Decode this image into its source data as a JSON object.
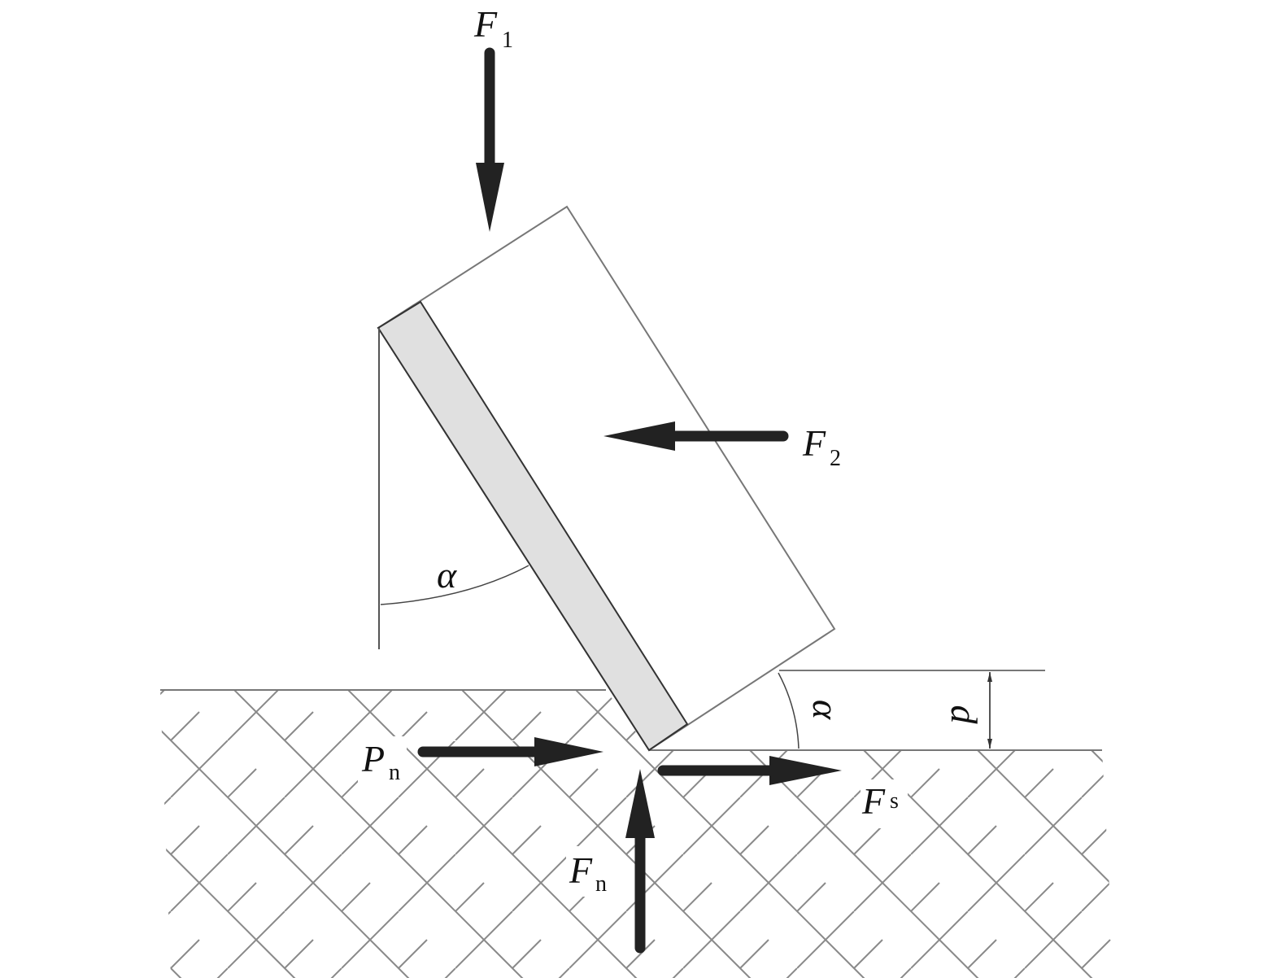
{
  "title": "Forces on inclined cutting tool in soil",
  "labels": {
    "f1": {
      "main": "F",
      "sub": "1"
    },
    "f2": {
      "main": "F",
      "sub": "2"
    },
    "pn": {
      "main": "P",
      "sub": "n"
    },
    "fn": {
      "main": "F",
      "sub": "n"
    },
    "fs": {
      "main": "F",
      "sub": "s"
    },
    "alpha_top": "α",
    "alpha_bottom": "α",
    "depth": "d"
  },
  "colors": {
    "arrow": "#222222",
    "strip": "#e0e0e0",
    "hatch": "#8a8a8a",
    "line": "#777777"
  }
}
